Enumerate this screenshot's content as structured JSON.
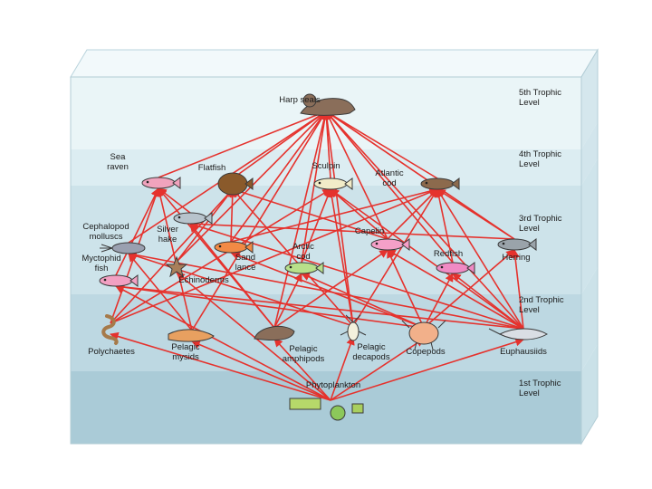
{
  "colors": {
    "arrow": "#e5322d",
    "band_top": "#eaf5f7",
    "band_level4": "#dcedf2",
    "band_level3": "#cde3ea",
    "band_level2": "#bdd8e2",
    "band_level1": "#aacbd7",
    "box_top_face": "#f2f9fb",
    "box_side_face": "#c7dfe7"
  },
  "trophic_levels": [
    {
      "id": "level5",
      "label": "5th Trophic\nLevel"
    },
    {
      "id": "level4",
      "label": "4th Trophic\nLevel"
    },
    {
      "id": "level3",
      "label": "3rd Trophic\nLevel"
    },
    {
      "id": "level2",
      "label": "2nd Trophic\nLevel"
    },
    {
      "id": "level1",
      "label": "1st Trophic\nLevel"
    }
  ],
  "organisms": [
    {
      "id": "harp_seals",
      "label": "Harp seals",
      "level": 5,
      "icon": "seal-icon"
    },
    {
      "id": "sea_raven",
      "label": "Sea\nraven",
      "level": 4,
      "icon": "fish-icon"
    },
    {
      "id": "flatfish",
      "label": "Flatfish",
      "level": 4,
      "icon": "flatfish-icon"
    },
    {
      "id": "sculpin",
      "label": "Sculpin",
      "level": 4,
      "icon": "fish-icon"
    },
    {
      "id": "atlantic_cod",
      "label": "Atlantic\ncod",
      "level": 4,
      "icon": "fish-icon"
    },
    {
      "id": "cephalopod_molluscs",
      "label": "Cephalopod\nmolluscs",
      "level": 3,
      "icon": "squid-icon"
    },
    {
      "id": "silver_hake",
      "label": "Silver\nhake",
      "level": 3,
      "icon": "fish-icon"
    },
    {
      "id": "myctophid_fish",
      "label": "Myctophid\nfish",
      "level": 3,
      "icon": "fish-icon"
    },
    {
      "id": "sand_lance",
      "label": "Sand\nlance",
      "level": 3,
      "icon": "fish-icon"
    },
    {
      "id": "echinoderms",
      "label": "Echinoderms",
      "level": 3,
      "icon": "starfish-icon"
    },
    {
      "id": "arctic_cod",
      "label": "Arctic\ncod",
      "level": 3,
      "icon": "fish-icon"
    },
    {
      "id": "capelin",
      "label": "Capelin",
      "level": 3,
      "icon": "fish-icon"
    },
    {
      "id": "redfish",
      "label": "Redfish",
      "level": 3,
      "icon": "fish-icon"
    },
    {
      "id": "herring",
      "label": "Herring",
      "level": 3,
      "icon": "fish-icon"
    },
    {
      "id": "polychaetes",
      "label": "Polychaetes",
      "level": 2,
      "icon": "worm-icon"
    },
    {
      "id": "pelagic_mysids",
      "label": "Pelagic\nmysids",
      "level": 2,
      "icon": "shrimp-icon"
    },
    {
      "id": "pelagic_amphipods",
      "label": "Pelagic\namphipods",
      "level": 2,
      "icon": "amphipod-icon"
    },
    {
      "id": "pelagic_decapods",
      "label": "Pelagic\ndecapods",
      "level": 2,
      "icon": "decapod-icon"
    },
    {
      "id": "copepods",
      "label": "Copepods",
      "level": 2,
      "icon": "copepod-icon"
    },
    {
      "id": "euphausiids",
      "label": "Euphausiids",
      "level": 2,
      "icon": "krill-icon"
    },
    {
      "id": "phytoplankton",
      "label": "Phytoplankton",
      "level": 1,
      "icon": "plankton-icon"
    }
  ],
  "links": [
    [
      "phytoplankton",
      "polychaetes"
    ],
    [
      "phytoplankton",
      "pelagic_mysids"
    ],
    [
      "phytoplankton",
      "pelagic_amphipods"
    ],
    [
      "phytoplankton",
      "pelagic_decapods"
    ],
    [
      "phytoplankton",
      "copepods"
    ],
    [
      "phytoplankton",
      "euphausiids"
    ],
    [
      "phytoplankton",
      "myctophid_fish"
    ],
    [
      "phytoplankton",
      "echinoderms"
    ],
    [
      "copepods",
      "capelin"
    ],
    [
      "copepods",
      "herring"
    ],
    [
      "copepods",
      "redfish"
    ],
    [
      "copepods",
      "arctic_cod"
    ],
    [
      "copepods",
      "sand_lance"
    ],
    [
      "copepods",
      "myctophid_fish"
    ],
    [
      "euphausiids",
      "capelin"
    ],
    [
      "euphausiids",
      "herring"
    ],
    [
      "euphausiids",
      "redfish"
    ],
    [
      "euphausiids",
      "silver_hake"
    ],
    [
      "euphausiids",
      "harp_seals"
    ],
    [
      "euphausiids",
      "atlantic_cod"
    ],
    [
      "euphausiids",
      "cephalopod_molluscs"
    ],
    [
      "euphausiids",
      "myctophid_fish"
    ],
    [
      "euphausiids",
      "sculpin"
    ],
    [
      "pelagic_amphipods",
      "arctic_cod"
    ],
    [
      "pelagic_amphipods",
      "capelin"
    ],
    [
      "pelagic_amphipods",
      "harp_seals"
    ],
    [
      "pelagic_amphipods",
      "sea_raven"
    ],
    [
      "pelagic_amphipods",
      "silver_hake"
    ],
    [
      "pelagic_decapods",
      "harp_seals"
    ],
    [
      "pelagic_decapods",
      "atlantic_cod"
    ],
    [
      "pelagic_decapods",
      "sculpin"
    ],
    [
      "pelagic_decapods",
      "cephalopod_molluscs"
    ],
    [
      "pelagic_decapods",
      "flatfish"
    ],
    [
      "pelagic_mysids",
      "sea_raven"
    ],
    [
      "pelagic_mysids",
      "cephalopod_molluscs"
    ],
    [
      "pelagic_mysids",
      "harp_seals"
    ],
    [
      "polychaetes",
      "flatfish"
    ],
    [
      "polychaetes",
      "sea_raven"
    ],
    [
      "polychaetes",
      "atlantic_cod"
    ],
    [
      "polychaetes",
      "sculpin"
    ],
    [
      "echinoderms",
      "flatfish"
    ],
    [
      "echinoderms",
      "harp_seals"
    ],
    [
      "sand_lance",
      "harp_seals"
    ],
    [
      "sand_lance",
      "atlantic_cod"
    ],
    [
      "sand_lance",
      "flatfish"
    ],
    [
      "arctic_cod",
      "harp_seals"
    ],
    [
      "arctic_cod",
      "sculpin"
    ],
    [
      "capelin",
      "harp_seals"
    ],
    [
      "capelin",
      "atlantic_cod"
    ],
    [
      "capelin",
      "flatfish"
    ],
    [
      "capelin",
      "sculpin"
    ],
    [
      "herring",
      "harp_seals"
    ],
    [
      "herring",
      "atlantic_cod"
    ],
    [
      "herring",
      "silver_hake"
    ],
    [
      "redfish",
      "harp_seals"
    ],
    [
      "redfish",
      "atlantic_cod"
    ],
    [
      "silver_hake",
      "sea_raven"
    ],
    [
      "cephalopod_molluscs",
      "harp_seals"
    ],
    [
      "myctophid_fish",
      "sea_raven"
    ],
    [
      "sea_raven",
      "harp_seals"
    ],
    [
      "flatfish",
      "harp_seals"
    ],
    [
      "sculpin",
      "harp_seals"
    ],
    [
      "atlantic_cod",
      "harp_seals"
    ]
  ]
}
